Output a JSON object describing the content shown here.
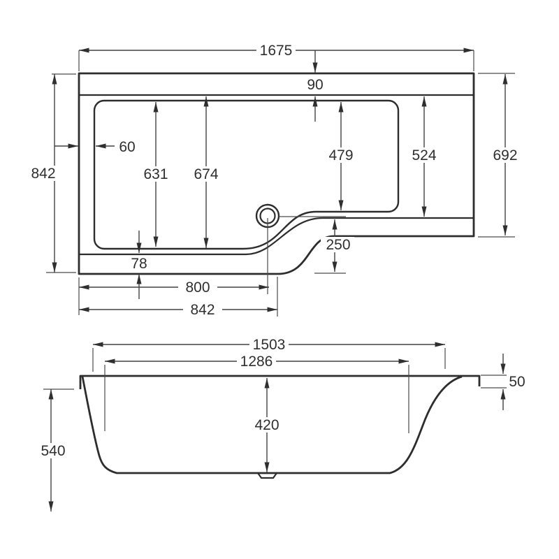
{
  "drawing": {
    "kind": "technical-dimension-drawing",
    "subject": "L-shaped shower bath",
    "line_color": "#2d2d2d",
    "dim_color": "#424242",
    "background": "#ffffff"
  },
  "plan": {
    "overall_length": "1675",
    "rim_top": "90",
    "width_left": "842",
    "rim_side": "60",
    "basin_length_a": "631",
    "basin_length_b": "674",
    "shower_basin_width": "479",
    "shower_section_width": "524",
    "width_right": "692",
    "step_offset": "250",
    "rim_bottom": "78",
    "drain_position": "800",
    "end_width": "842"
  },
  "elevation": {
    "top_length": "1503",
    "basin_length": "1286",
    "rim_height": "50",
    "basin_depth": "420",
    "overall_height": "540"
  }
}
